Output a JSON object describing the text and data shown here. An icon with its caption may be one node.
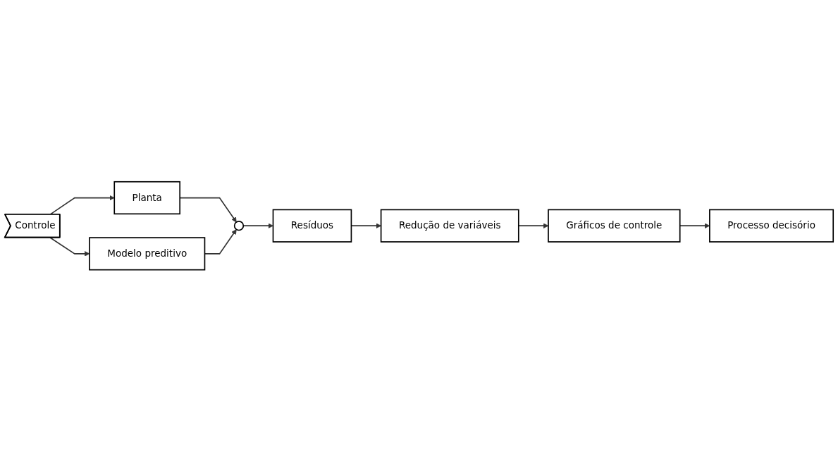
{
  "diagram": {
    "nodes": [
      {
        "text": [
          "Controle"
        ]
      },
      {
        "text": [
          "Planta"
        ]
      },
      {
        "text": [
          "Modelo preditivo"
        ]
      },
      {
        "text": [],
        "shape": "circle"
      },
      {
        "text": [
          "Resíduos"
        ]
      },
      {
        "text": [
          "Redução de variáveis"
        ]
      },
      {
        "text": [
          "Gráficos de controle"
        ]
      },
      {
        "text": [
          "Processo decisório"
        ]
      }
    ],
    "edges": [
      {
        "from": 0,
        "to": 1,
        "arrow": "to"
      },
      {
        "from": 0,
        "to": 2,
        "arrow": "to"
      },
      {
        "from": 1,
        "to": 3,
        "arrow": "to"
      },
      {
        "from": 2,
        "to": 3,
        "arrow": "to"
      },
      {
        "from": 3,
        "to": 4,
        "arrow": "to"
      },
      {
        "from": 4,
        "to": 5,
        "arrow": "to"
      },
      {
        "from": 5,
        "to": 6,
        "arrow": "to"
      },
      {
        "from": 6,
        "to": 7,
        "arrow": "to"
      }
    ]
  }
}
